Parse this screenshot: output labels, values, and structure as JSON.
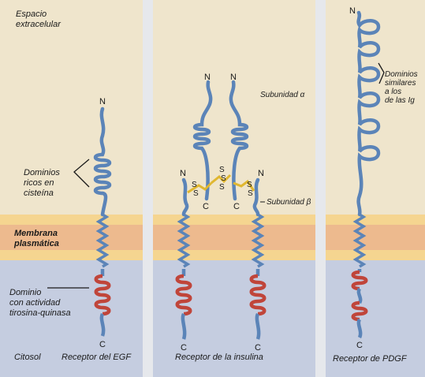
{
  "regions": {
    "extracellular": "Espacio extracelular",
    "membrane": "Membrana plasmática",
    "cytosol": "Citosol"
  },
  "panels": [
    {
      "id": "egf",
      "title": "Receptor del EGF"
    },
    {
      "id": "insulin",
      "title": "Receptor de la insulina"
    },
    {
      "id": "pdgf",
      "title": "Receptor de PDGF"
    }
  ],
  "labels": {
    "cysteine_rich": "Dominios ricos en cisteína",
    "kinase_domain": "Dominio con actividad tirosina-quinasa",
    "alpha_subunit": "Subunidad α",
    "beta_subunit": "Subunidad β",
    "ig_like": "Dominios similares a los de las Ig",
    "n_terminus": "N",
    "c_terminus": "C",
    "disulfide": "S"
  },
  "colors": {
    "extracellular_bg": "#efe5cc",
    "membrane_outer": "#f5d590",
    "membrane_inner": "#edba8e",
    "cytosol_bg": "#c5cde0",
    "separator": "#e6e8ec",
    "chain": "#5b84b8",
    "kinase": "#c0453a",
    "bond": "#e0b730"
  }
}
